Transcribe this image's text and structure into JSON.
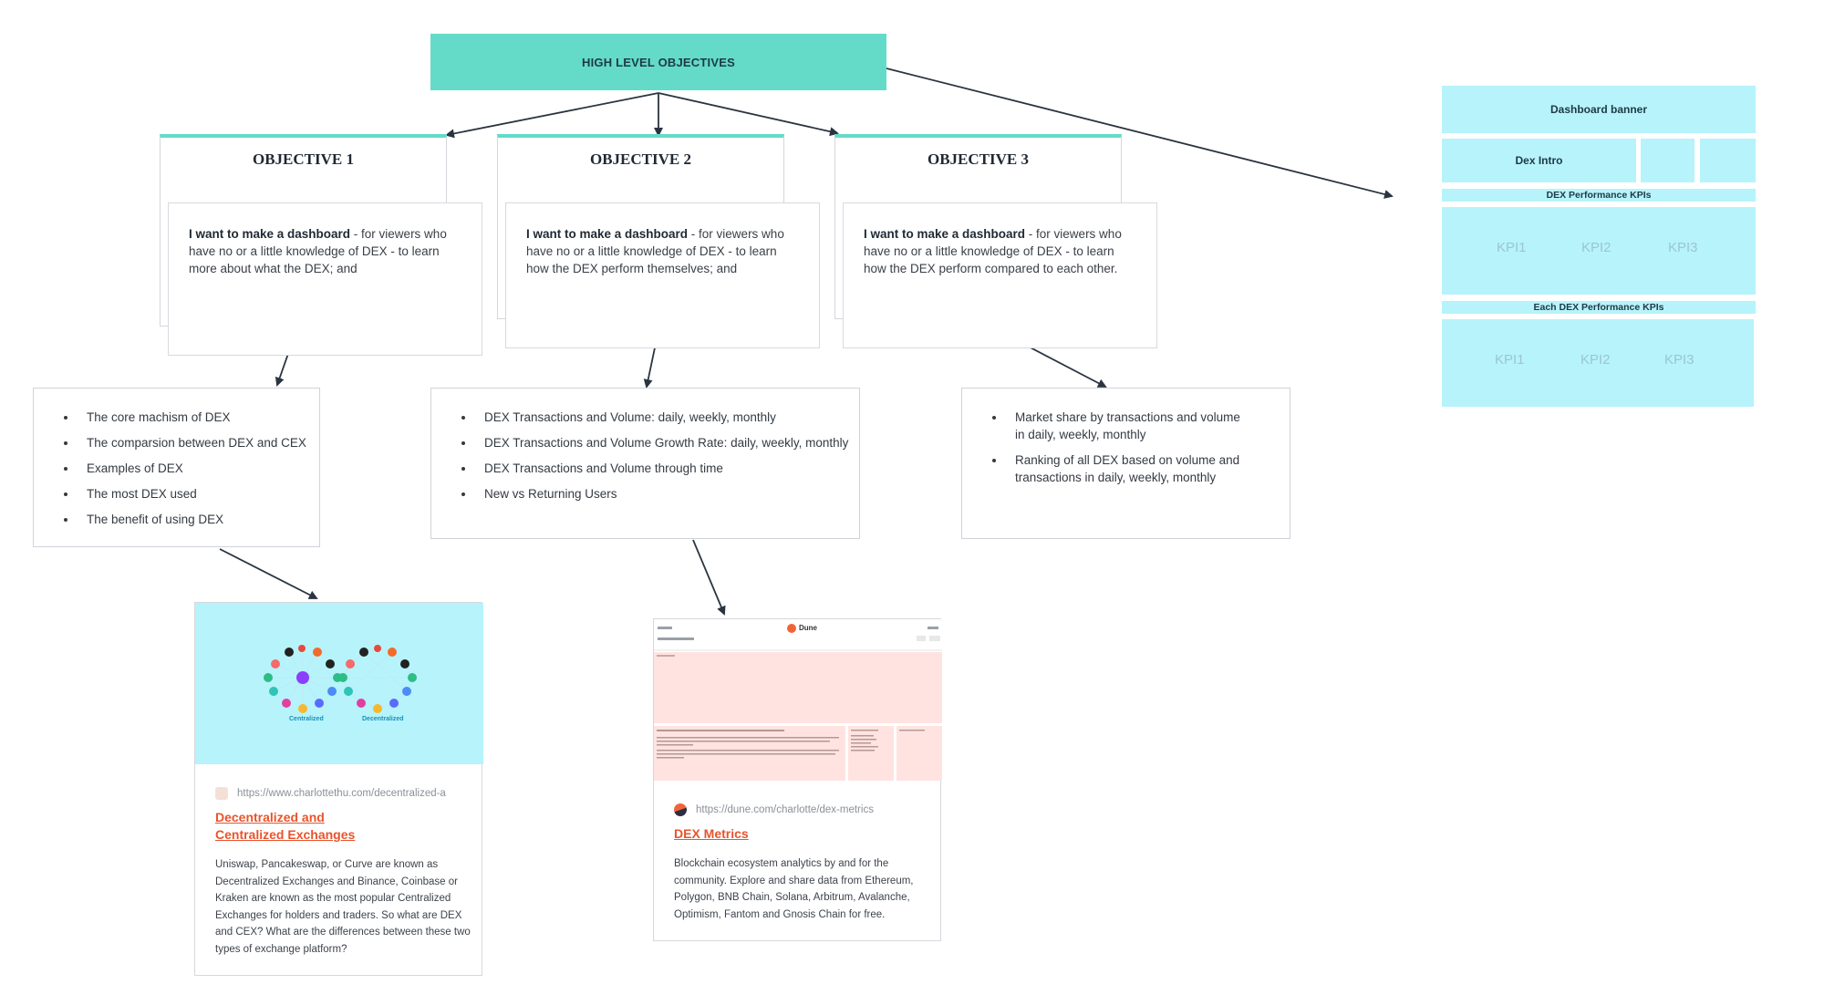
{
  "high_level": {
    "title": "HIGH LEVEL OBJECTIVES"
  },
  "objectives": [
    {
      "title": "OBJECTIVE 1",
      "bold": "I want to make a dashboard",
      "rest": " - for viewers who have no or a little knowledge of DEX - to learn more about what the DEX; and"
    },
    {
      "title": "OBJECTIVE 2",
      "bold": "I want to make a dashboard",
      "rest": " - for viewers who have no or a little knowledge of DEX - to learn how the DEX perform themselves; and"
    },
    {
      "title": "OBJECTIVE 3",
      "bold": "I want to make a dashboard",
      "rest": " - for viewers who have no or a little knowledge of DEX - to learn how the DEX perform compared to each other."
    }
  ],
  "lists": {
    "obj1": [
      "The core machism of DEX",
      "The comparsion between DEX and CEX",
      "Examples of DEX",
      "The most DEX used",
      "The benefit of using DEX"
    ],
    "obj2": [
      "DEX Transactions and Volume: daily, weekly, monthly",
      "DEX Transactions and Volume Growth Rate: daily, weekly, monthly",
      "DEX Transactions and Volume through time",
      "New vs Returning Users"
    ],
    "obj3": [
      "Market share by transactions and volume in daily, weekly, monthly",
      "Ranking of all DEX based on volume and transactions in daily, weekly, monthly"
    ]
  },
  "mockup": {
    "banner": "Dashboard banner",
    "intro": "Dex Intro",
    "perf_kpis": "DEX Performance KPIs",
    "each_kpis": "Each DEX Performance KPIs",
    "kpis_top": [
      "KPI1",
      "KPI2",
      "KPI3"
    ],
    "kpis_bottom": [
      "KPI1",
      "KPI2",
      "KPI3"
    ],
    "fill_color": "#b7f3fb"
  },
  "link_cards": [
    {
      "url": "https://www.charlottethu.com/decentralized-a",
      "title_line1": "Decentralized and ",
      "title_line2": "Centralized Exchanges",
      "description": "Uniswap, Pancakeswap, or Curve are known as Decentralized Exchanges and Binance, Coinbase or Kraken are known as the most popular Centralized Exchanges for holders and traders. So what are DEX and CEX? What are the differences between these two types of exchange platform?",
      "preview_labels": [
        "Centralized",
        "Decentralized"
      ]
    },
    {
      "url": "https://dune.com/charlotte/dex-metrics",
      "title": "DEX Metrics",
      "description": "Blockchain ecosystem analytics by and for the community. Explore and share data from Ethereum, Polygon, BNB Chain, Solana, Arbitrum, Avalanche, Optimism, Fantom and Gnosis Chain for free.",
      "preview_brand": "Dune"
    }
  ],
  "colors": {
    "teal": "#63dbc8",
    "link_orange": "#e8542c",
    "arrow": "#2a3441"
  }
}
